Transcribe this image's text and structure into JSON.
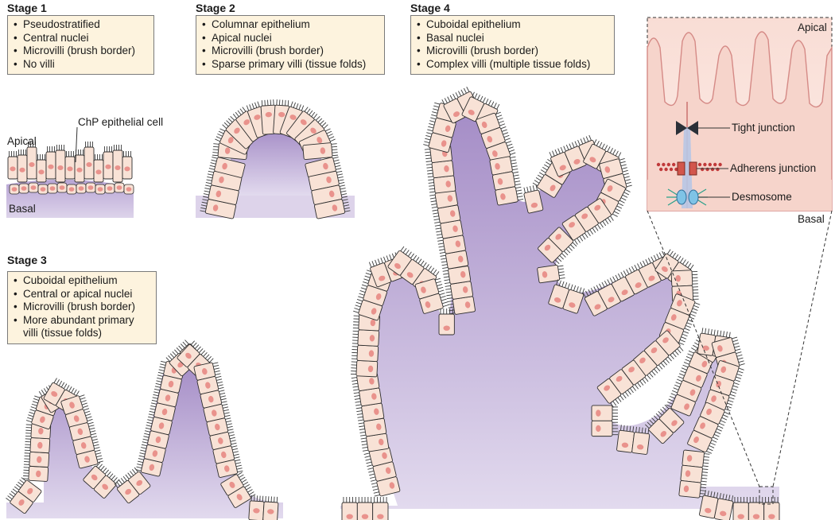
{
  "stages": [
    {
      "title": "Stage 1",
      "items": [
        "Pseudostratified",
        "Central nuclei",
        "Microvilli (brush border)",
        "No villi"
      ]
    },
    {
      "title": "Stage 2",
      "items": [
        "Columnar epithelium",
        "Apical nuclei",
        "Microvilli (brush border)",
        "Sparse primary villi (tissue folds)"
      ]
    },
    {
      "title": "Stage 3",
      "items": [
        "Cuboidal epithelium",
        "Central or apical nuclei",
        "Microvilli (brush border)",
        "More abundant primary villi (tissue folds)"
      ]
    },
    {
      "title": "Stage 4",
      "items": [
        "Cuboidal epithelium",
        "Basal nuclei",
        "Microvilli (brush border)",
        "Complex villi (multiple tissue folds)"
      ]
    }
  ],
  "labels": {
    "stage1_apical": "Apical",
    "stage1_basal": "Basal",
    "stage1_cell": "ChP epithelial cell",
    "inset_apical": "Apical",
    "inset_basal": "Basal",
    "tight_junction": "Tight junction",
    "adherens_junction": "Adherens junction",
    "desmosome": "Desmosome"
  },
  "colors": {
    "cell_fill": "#f8e2d6",
    "cell_stroke": "#2e2e2e",
    "nucleus": "#e9928c",
    "stroma_top": "#a890c8",
    "stroma_bottom": "#ddd4ea",
    "box_fill": "#fdf3de",
    "inset_bg": "#fbe7e2"
  }
}
